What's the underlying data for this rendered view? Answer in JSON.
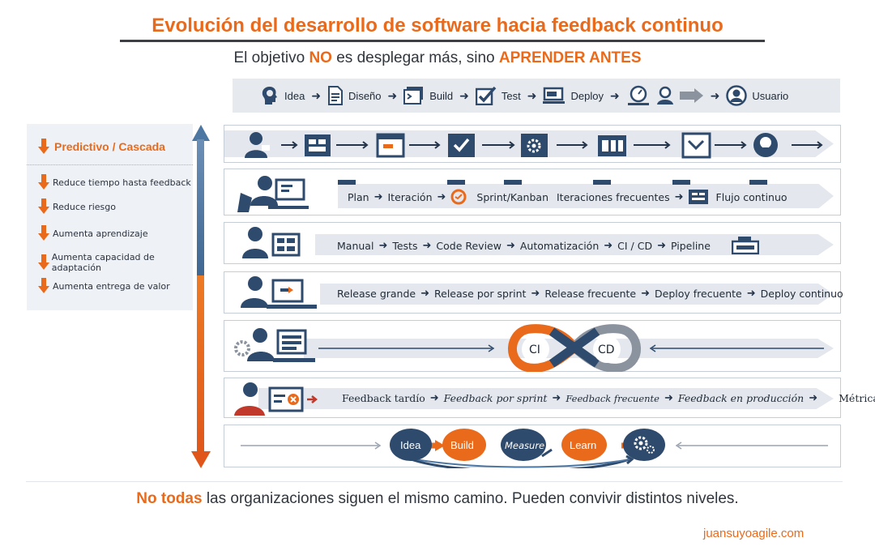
{
  "title": "Evolución del desarrollo de software hacia feedback continuo",
  "subtitle": {
    "pre": "El objetivo ",
    "no": "NO",
    "mid": " es desplegar más, sino ",
    "hl": "APRENDER ANTES"
  },
  "top_flow": [
    "Idea",
    "Diseño",
    "Build",
    "Test",
    "Deploy",
    "Usuario"
  ],
  "side": {
    "heading": "Predictivo / Cascada",
    "items": [
      "Reduce tiempo hasta feedback",
      "Reduce riesgo",
      "Aumenta aprendizaje",
      "Aumenta capacidad de adaptación",
      "Aumenta entrega de valor"
    ]
  },
  "rows": {
    "r2": [
      "Plan",
      "Iteración",
      "Sprint/Kanban",
      "Iteraciones frecuentes",
      "Flujo continuo"
    ],
    "r3": [
      "Manual",
      "Tests",
      "Code Review",
      "Automatización",
      "CI / CD",
      "Pipeline"
    ],
    "r4": [
      "Release grande",
      "Release por sprint",
      "Release frecuente",
      "Deploy frecuente",
      "Deploy continuo"
    ],
    "r5": [
      "CI",
      "CD"
    ],
    "r6": [
      "Feedback tardío",
      "Feedback por sprint",
      "Feedback frecuente",
      "Feedback en producción",
      "Métricas"
    ],
    "r7": [
      "Idea",
      "Build",
      "Measure",
      "Learn"
    ]
  },
  "footer": {
    "hl": "No todas",
    "rest": " las organizaciones siguen el mismo camino. Pueden convivir distintos niveles."
  },
  "credit": "juansuyoagile.com",
  "colors": {
    "accent": "#ea6a1c",
    "navy": "#2e4a6c",
    "band": "#e4e8ee"
  }
}
